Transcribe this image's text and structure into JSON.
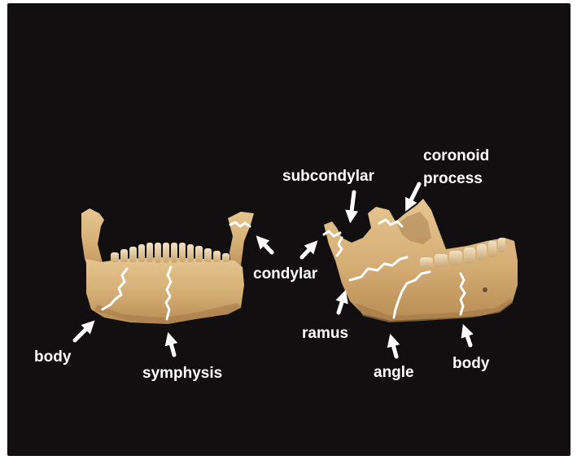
{
  "figure": {
    "background_color": "#110f10",
    "bone_color": "#d8b27a",
    "fracture_line_color": "#ffffff",
    "label_color": "#ffffff"
  },
  "views": {
    "front": {
      "labels": {
        "body": "body",
        "symphysis": "symphysis",
        "condylar": "condylar"
      }
    },
    "side": {
      "labels": {
        "subcondylar": "subcondylar",
        "coronoid_line1": "coronoid",
        "coronoid_line2": "process",
        "ramus": "ramus",
        "angle": "angle",
        "body": "body"
      }
    }
  }
}
